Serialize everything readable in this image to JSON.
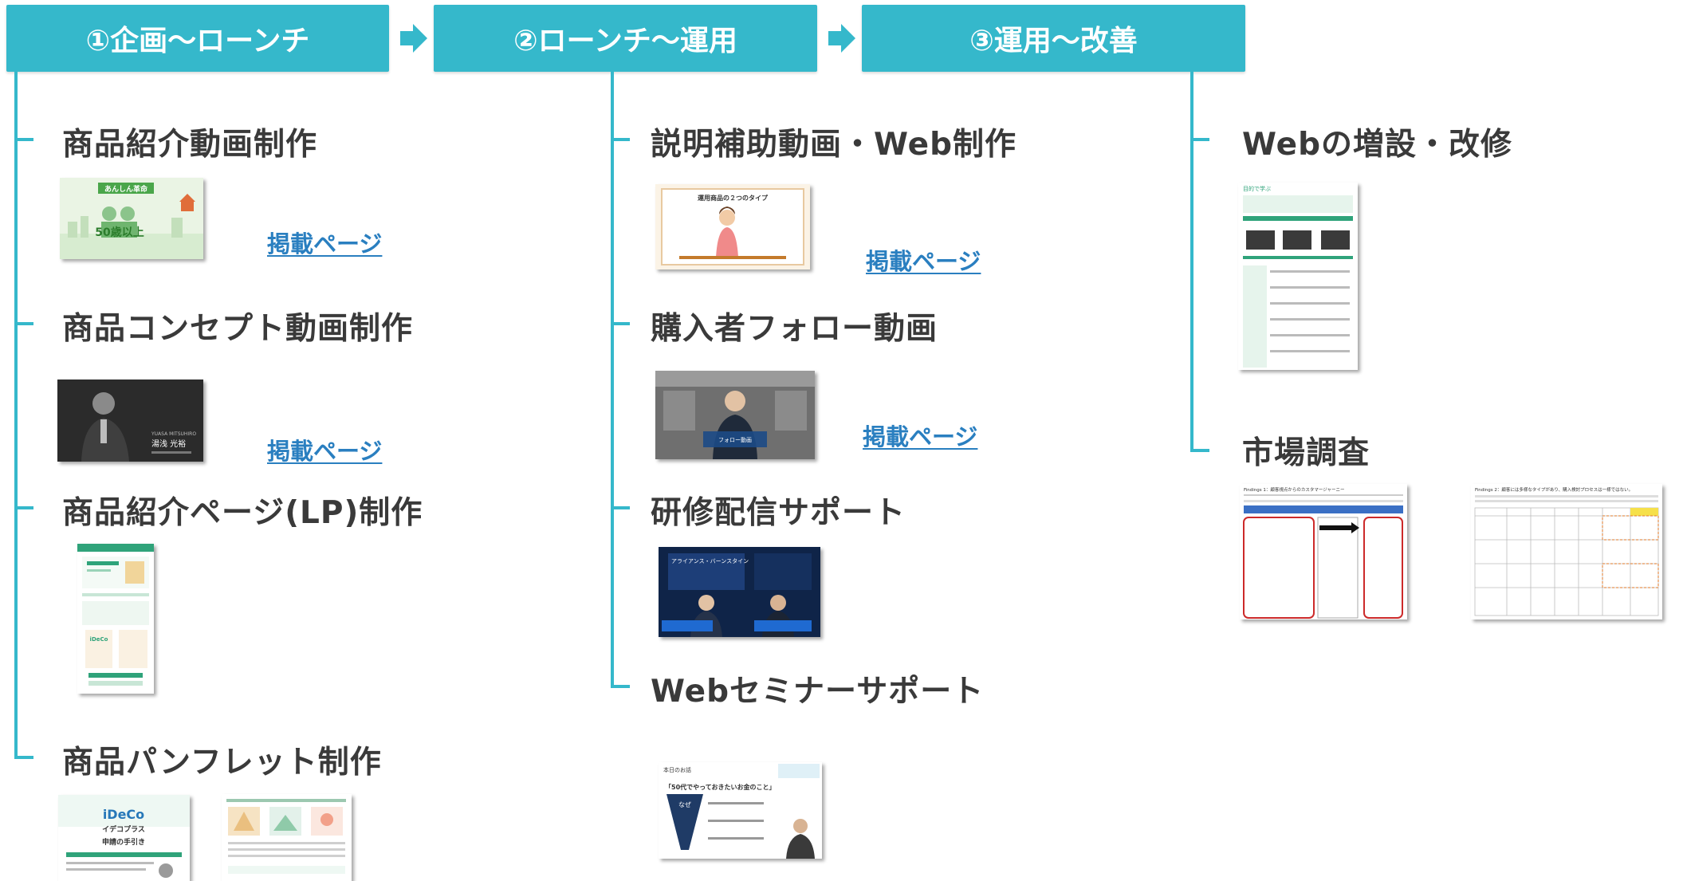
{
  "columns": [
    {
      "header": "①企画〜ローンチ",
      "items": [
        {
          "title": "商品紹介動画制作",
          "link": "掲載ページ"
        },
        {
          "title": "商品コンセプト動画制作",
          "link": "掲載ページ"
        },
        {
          "title": "商品紹介ページ(LP)制作"
        },
        {
          "title": "商品パンフレット制作"
        }
      ]
    },
    {
      "header": "②ローンチ〜運用",
      "items": [
        {
          "title": "説明補助動画・Web制作",
          "link": "掲載ページ"
        },
        {
          "title": "購入者フォロー動画",
          "link": "掲載ページ"
        },
        {
          "title": "研修配信サポート"
        },
        {
          "title": "Webセミナーサポート"
        }
      ]
    },
    {
      "header": "③運用〜改善",
      "items": [
        {
          "title": "Webの増設・改修"
        },
        {
          "title": "市場調査"
        }
      ]
    }
  ],
  "thumbnails": {
    "video1_text": "あんしん革命",
    "video1_sub": "50歳以上",
    "video2_name": "湯浅 光裕",
    "aux_video_title": "運用商品の２つのタイプ",
    "follow_video_caption": "フォロー動画",
    "lp_title": "iDeCo",
    "pamphlet_title": "iDeCo",
    "pamphlet_sub": "イデコプラス",
    "pamphlet_sub2": "申請の手引き",
    "seminar_heading": "本日のお話",
    "seminar_title": "「50代でやっておきたいお金のこと」",
    "seminar_why": "なぜ",
    "training_title": "アライアンス・バーンスタイン",
    "web_title": "目的で学ぶ",
    "findings1": "Findings 1：顧客視点からのカスタマージャーニー",
    "findings2": "Findings 2：顧客には多様なタイプがあり、購入検討プロセスは一様ではない。"
  },
  "colors": {
    "accent": "#35b8cb",
    "link": "#2a7fc0",
    "text": "#3a3a3a"
  }
}
